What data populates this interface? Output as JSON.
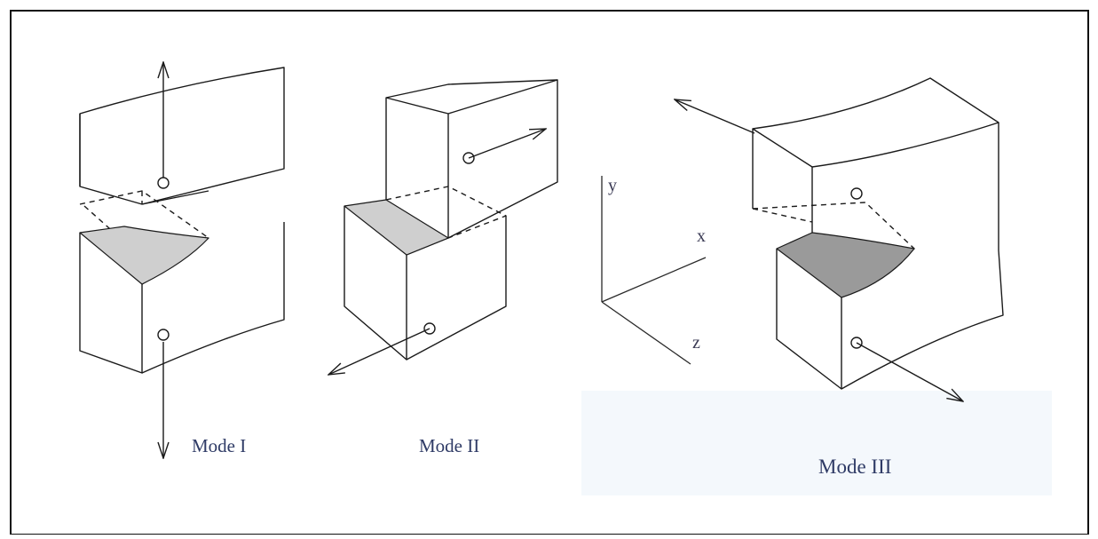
{
  "modes": [
    {
      "label": "Mode I"
    },
    {
      "label": "Mode II"
    },
    {
      "label": "Mode III"
    }
  ],
  "axes": {
    "y": "y",
    "x": "x",
    "z": "z"
  },
  "colors": {
    "line": "#1a1a1a",
    "crack_face_light": "#cfcfcf",
    "crack_face_dark": "#9a9a9a",
    "label_text": "#2f3b66",
    "caption_band": "#f4f8fc"
  }
}
